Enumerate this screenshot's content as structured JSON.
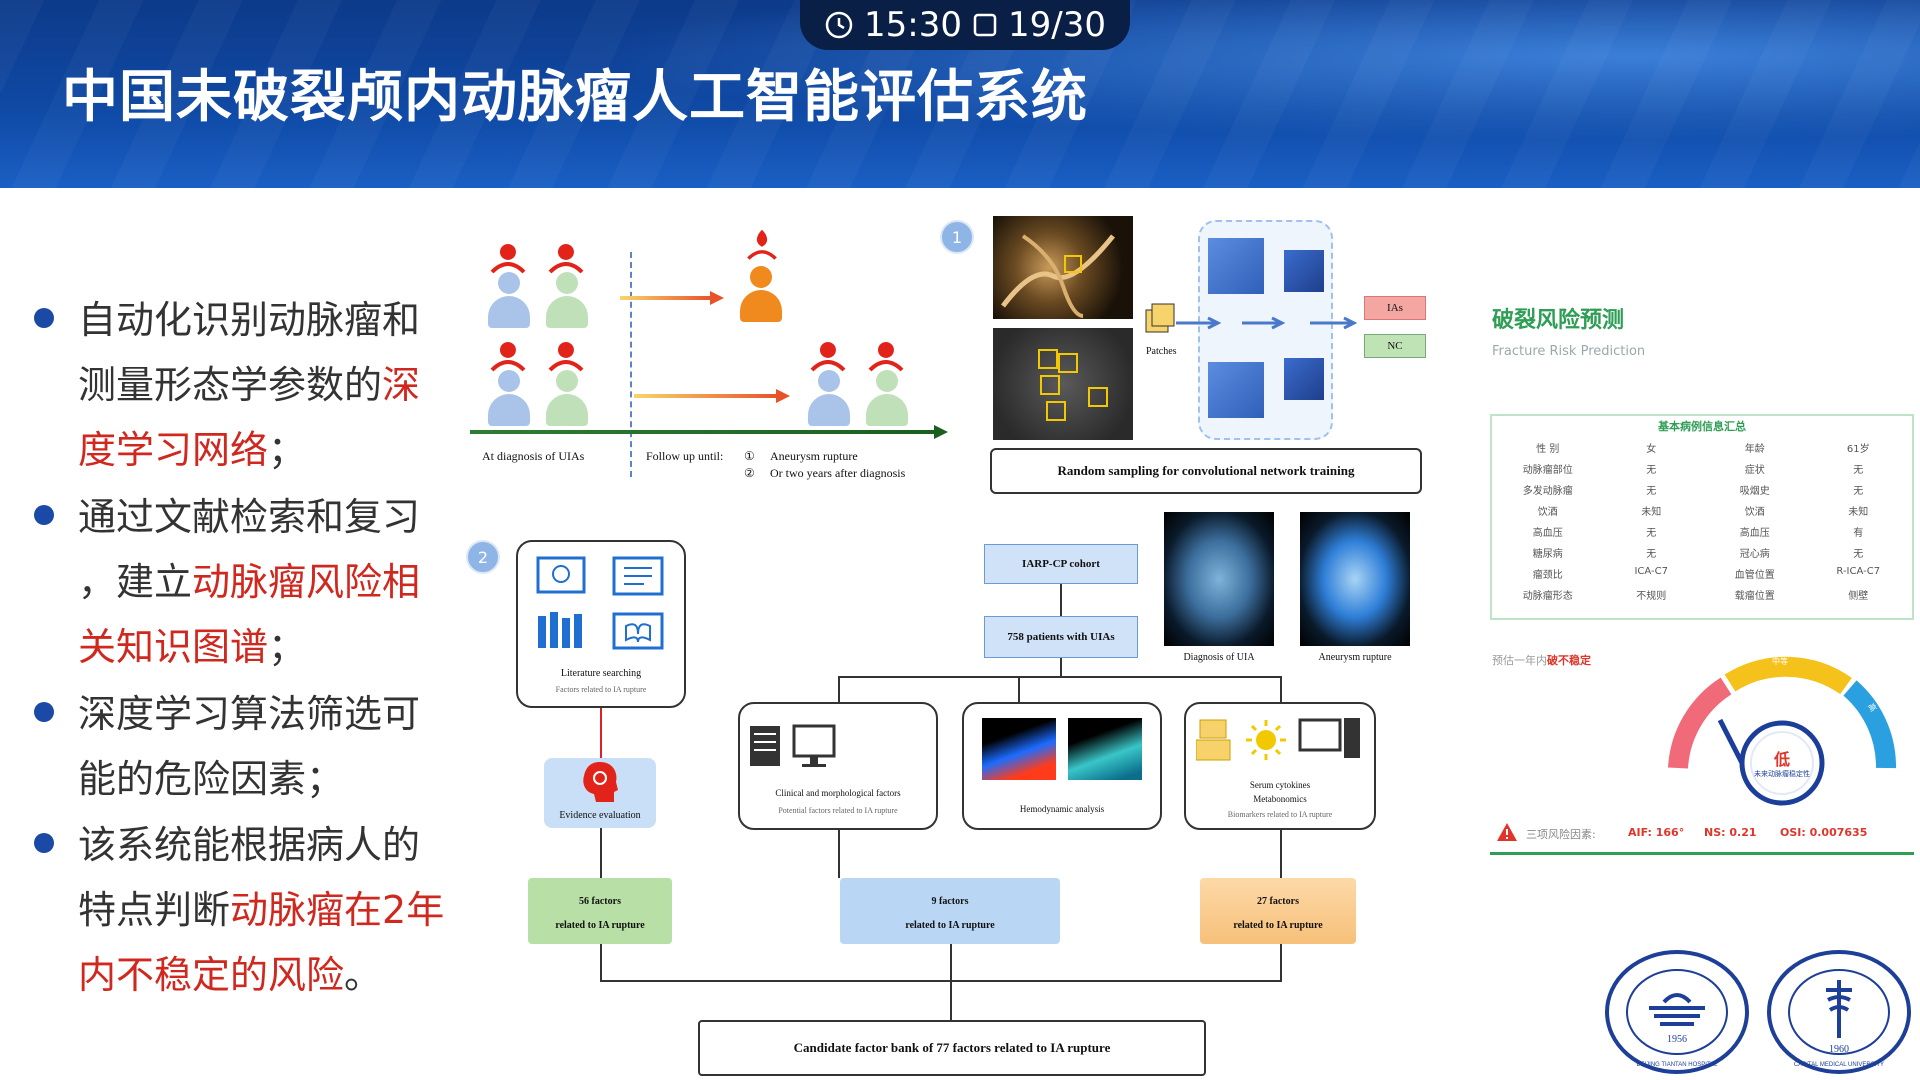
{
  "header": {
    "time": "15:30",
    "slide_counter": "19/30",
    "title": "中国未破裂颅内动脉瘤人工智能评估系统"
  },
  "bullets": [
    {
      "lines": [
        [
          "自动化识别动脉瘤和",
          ""
        ],
        [
          "测量形态学参数的",
          "深"
        ],
        [
          "",
          "度学习网络"
        ]
      ],
      "tail": "；"
    },
    {
      "lines": [
        [
          "通过文献检索和复习",
          ""
        ],
        [
          "，建立",
          "动脉瘤风险相"
        ],
        [
          "",
          "关知识图谱"
        ]
      ],
      "tail": "；"
    },
    {
      "lines": [
        [
          "深度学习算法筛选可",
          ""
        ],
        [
          "能的危险因素；",
          ""
        ]
      ]
    },
    {
      "lines": [
        [
          "该系统能根据病人的",
          ""
        ],
        [
          "特点判断",
          "动脉瘤在2年"
        ],
        [
          "",
          "内不稳定的风险"
        ]
      ],
      "tail": "。"
    }
  ],
  "bullet_text": {
    "b1_l1": "自动化识别动脉瘤和",
    "b1_l2a": "测量形态学参数的",
    "b1_l2b": "深",
    "b1_l3a": "度学习网络",
    "b1_l3b": "；",
    "b2_l1": "通过文献检索和复习",
    "b2_l2a": "，建立",
    "b2_l2b": "动脉瘤风险相",
    "b2_l3a": "关知识图谱",
    "b2_l3b": "；",
    "b3_l1": "深度学习算法筛选可",
    "b3_l2": "能的危险因素；",
    "b4_l1": "该系统能根据病人的",
    "b4_l2a": "特点判断",
    "b4_l2b": "动脉瘤在2年",
    "b4_l3a": "内不稳定的风险",
    "b4_l3b": "。"
  },
  "figure": {
    "timeline": {
      "label_left": "At diagnosis of UIAs",
      "label_follow": "Follow up until:",
      "opt1_num": "①",
      "opt1": "Aneurysm rupture",
      "opt2_num": "②",
      "opt2": "Or two years after diagnosis"
    },
    "panel1": {
      "badge": "1",
      "patches": "Patches",
      "out_ias": "IAs",
      "out_nc": "NC",
      "caption": "Random sampling for convolutional network training"
    },
    "panel2": {
      "badge": "2",
      "lit_title": "Literature searching",
      "lit_sub": "Factors related to IA rupture",
      "evidence": "Evidence evaluation",
      "cohort": "IARP-CP cohort",
      "patients": "758 patients with UIAs",
      "img1_caption": "Diagnosis of UIA",
      "img2_caption": "Aneurysm rupture",
      "clinical_title": "Clinical and morphological factors",
      "clinical_sub": "Potential factors related to IA rupture",
      "hemo_title": "Hemodynamic analysis",
      "serum_title": "Serum cytokines",
      "serum_title2": "Metabonomics",
      "serum_sub": "Biomarkers related to IA rupture",
      "f1_a": "56 factors",
      "f1_b": "related to IA rupture",
      "f2_a": "9 factors",
      "f2_b": "related to IA rupture",
      "f3_a": "27 factors",
      "f3_b": "related to IA rupture",
      "bank": "Candidate factor bank of 77 factors related to IA rupture"
    }
  },
  "right_panel": {
    "title": "破裂风险预测",
    "subtitle": "Fracture Risk Prediction",
    "table_title": "基本病例信息汇总",
    "table_rows": [
      [
        "性 别",
        "女",
        "年龄",
        "61岁"
      ],
      [
        "动脉瘤部位",
        "无",
        "症状",
        "无"
      ],
      [
        "多发动脉瘤",
        "无",
        "吸烟史",
        "无"
      ],
      [
        "饮酒",
        "未知",
        "饮酒",
        "未知"
      ],
      [
        "高血压",
        "无",
        "高血压",
        "有"
      ],
      [
        "糖尿病",
        "无",
        "冠心病",
        "无"
      ],
      [
        "瘤颈比",
        "ICA-C7",
        "血管位置",
        "R-ICA-C7"
      ],
      [
        "动脉瘤形态",
        "不规则",
        "载瘤位置",
        "侧壁"
      ]
    ],
    "prediction_prefix": "预估一年内",
    "prediction_value": "破不稳定",
    "gauge_center_big": "低",
    "gauge_center_small": "未来动脉瘤稳定性",
    "gauge_labels": [
      "低",
      "中等",
      "高"
    ],
    "metrics_label": "三项风险因素:",
    "metric1": "AIF: 166°",
    "metric2": "NS: 0.21",
    "metric3": "OSI: 0.007635",
    "colors": {
      "green": "#2e9e55",
      "red": "#e0352b",
      "yellow": "#f4c21a",
      "blue": "#2aa0e0",
      "pink": "#f06a7a",
      "navy": "#1b3e9a"
    }
  },
  "logos": {
    "logo1_text": "BEIJING TIANTAN HOSPITAL",
    "logo1_year": "1956",
    "logo2_text": "CAPITAL MEDICAL UNIVERSITY",
    "logo2_year": "1960"
  }
}
